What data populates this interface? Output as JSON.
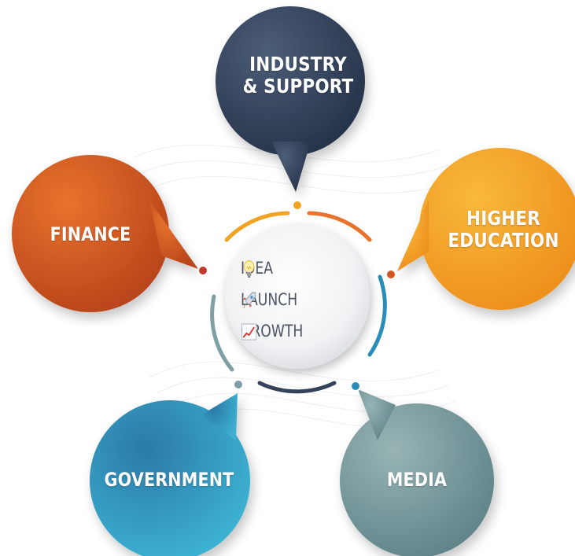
{
  "bubbles": {
    "industry": {
      "line1": "INDUSTRY",
      "line2": "& SUPPORT",
      "color": "#34435a"
    },
    "finance": {
      "label": "FINANCE",
      "color": "#d1581f"
    },
    "higher": {
      "line1": "HIGHER",
      "line2": "EDUCATION",
      "color": "#f2a324"
    },
    "government": {
      "label": "GOVERNMENT",
      "color": "#2a8db9"
    },
    "media": {
      "label": "MEDIA",
      "color": "#7e9fa3"
    }
  },
  "center": {
    "items": [
      {
        "label": "IDEA",
        "icon": "lightbulb-icon"
      },
      {
        "label": "LAUNCH",
        "icon": "rocket-icon"
      },
      {
        "label": "GROWTH",
        "icon": "growth-chart-icon"
      }
    ]
  }
}
